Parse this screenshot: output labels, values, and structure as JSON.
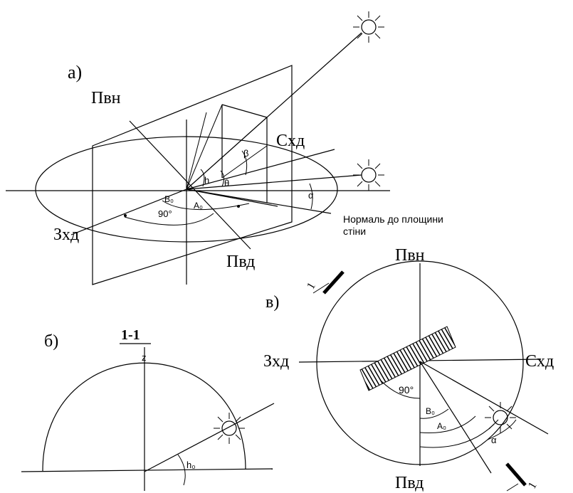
{
  "panel_a": {
    "label": "а)",
    "south_label": "Пвд",
    "north_label": "Пвн",
    "east_label": "Схд",
    "west_label": "Зхд",
    "normal_label_line1": "Нормаль до площини",
    "normal_label_line2": "стіни",
    "angle_90": "90°",
    "angle_h": "h",
    "angle_theta": "θ",
    "angle_beta": "β",
    "angle_alpha": "α",
    "angle_b0": "B₀",
    "angle_a0": "A₀"
  },
  "panel_b": {
    "label": "б)",
    "section_label": "1-1",
    "z_label": "z",
    "angle_h0": "h₀"
  },
  "panel_c": {
    "label": "в)",
    "north_label": "Пвн",
    "south_label": "Пвд",
    "east_label": "Схд",
    "west_label": "Зхд",
    "angle_90": "90°",
    "angle_b0": "B₀",
    "angle_a0": "A₀",
    "angle_alpha": "α",
    "section_mark_top": "1",
    "section_mark_bottom": "1"
  }
}
